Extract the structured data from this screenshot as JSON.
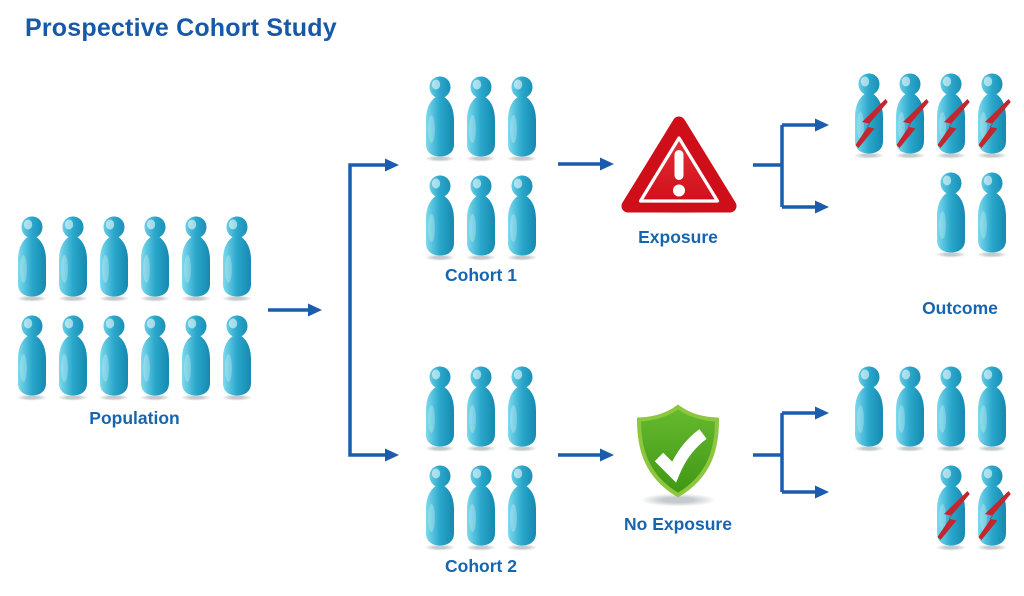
{
  "title": "Prospective Cohort Study",
  "colors": {
    "title_blue": "#1659A8",
    "text_blue": "#1765AF",
    "arrow_blue": "#1B5CAD",
    "pawn_light": "#7EDAEE",
    "pawn_mid": "#2AA7CB",
    "pawn_dark": "#1689B0",
    "bolt_red": "#C1272D",
    "triangle_red_light": "#E8353F",
    "triangle_red": "#CE0E18",
    "shield_light": "#8DC63F",
    "shield_mid": "#66BA2F",
    "shield_dark": "#3F9714"
  },
  "nodes": {
    "population": {
      "label": "Population",
      "rows": [
        {
          "count": 6,
          "lightning": false
        },
        {
          "count": 6,
          "lightning": false
        }
      ]
    },
    "cohort1": {
      "label": "Cohort 1",
      "rows": [
        {
          "count": 3,
          "lightning": false
        },
        {
          "count": 3,
          "lightning": false
        }
      ]
    },
    "cohort2": {
      "label": "Cohort 2",
      "rows": [
        {
          "count": 3,
          "lightning": false
        },
        {
          "count": 3,
          "lightning": false
        }
      ]
    },
    "exposure": {
      "label": "Exposure",
      "icon": "warning-triangle-icon"
    },
    "no_exposure": {
      "label": "No Exposure",
      "icon": "shield-check-icon"
    },
    "outcome": {
      "label": "Outcome"
    },
    "outcome_exposed": {
      "rows": [
        {
          "count": 4,
          "lightning": true
        },
        {
          "count": 2,
          "lightning": false
        }
      ]
    },
    "outcome_unexposed": {
      "rows": [
        {
          "count": 4,
          "lightning": false
        },
        {
          "count": 2,
          "lightning": true
        }
      ]
    }
  }
}
